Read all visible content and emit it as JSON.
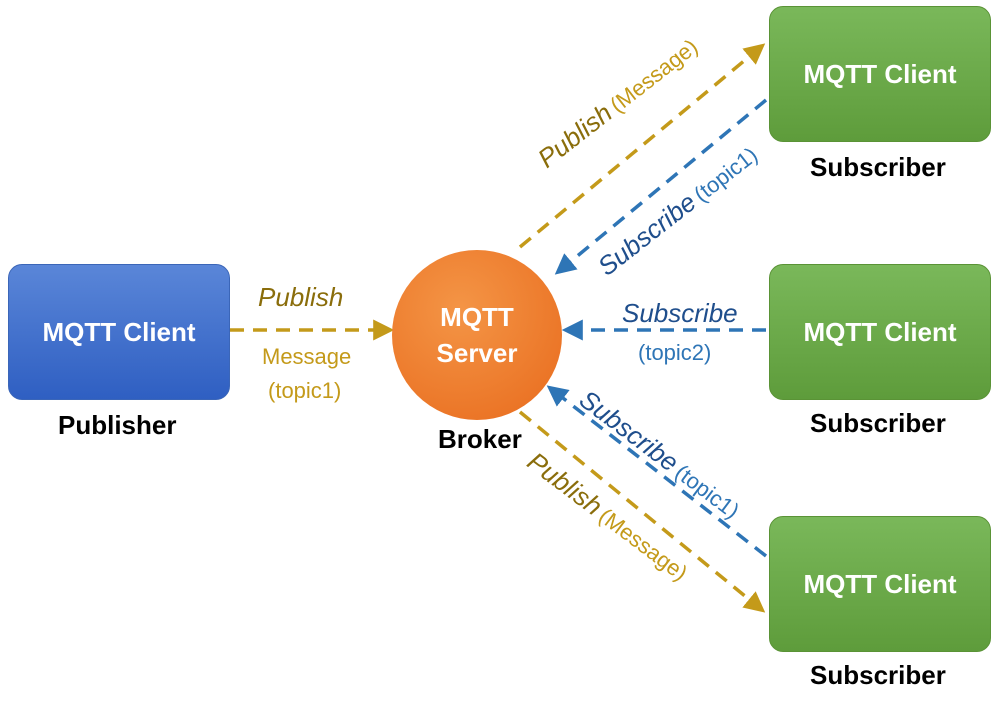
{
  "publisher": {
    "box_label": "MQTT Client",
    "role": "Publisher"
  },
  "broker": {
    "label_line1": "MQTT",
    "label_line2": "Server",
    "role": "Broker"
  },
  "subscribers": [
    {
      "box_label": "MQTT Client",
      "role": "Subscriber"
    },
    {
      "box_label": "MQTT Client",
      "role": "Subscriber"
    },
    {
      "box_label": "MQTT Client",
      "role": "Subscriber"
    }
  ],
  "edges": {
    "publisher_to_broker": {
      "verb": "Publish",
      "line1": "Message",
      "line2": "(topic1)"
    },
    "broker_to_sub1": {
      "verb": "Publish",
      "detail": "(Message)"
    },
    "sub1_to_broker": {
      "verb": "Subscribe",
      "detail": "(topic1)"
    },
    "sub2_to_broker": {
      "verb": "Subscribe",
      "detail": "(topic2)"
    },
    "sub3_to_broker": {
      "verb": "Subscribe",
      "detail": "(topic1)"
    },
    "broker_to_sub3": {
      "verb": "Publish",
      "detail": "(Message)"
    }
  },
  "colors": {
    "publish_arrow": "#c49a1a",
    "subscribe_arrow": "#2e75b6",
    "publisher_box": "#3b6bc9",
    "subscriber_box": "#6aab49",
    "server": "#ee7b2c"
  }
}
